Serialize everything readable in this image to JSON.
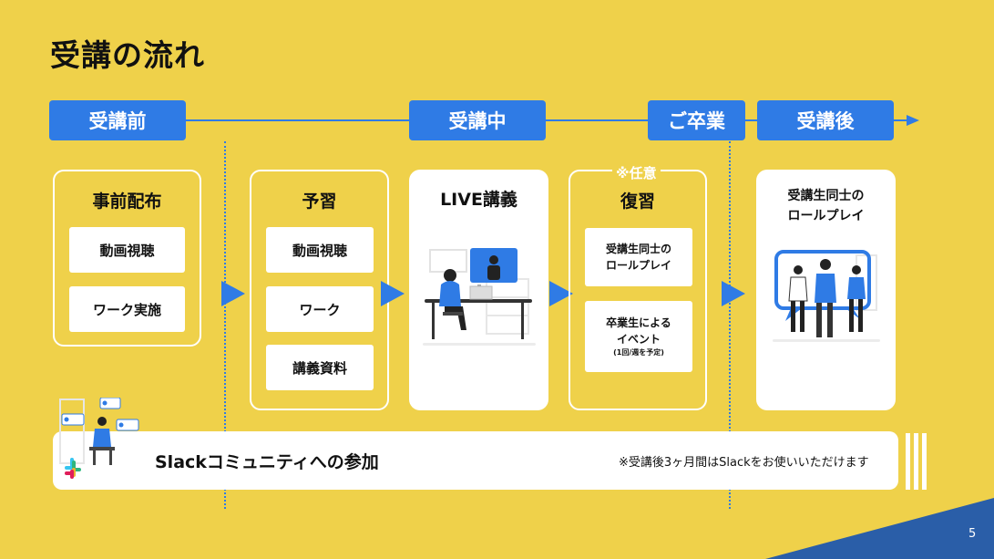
{
  "title": "受講の流れ",
  "timeline": {
    "phases": [
      "受講前",
      "受講中",
      "ご卒業",
      "受講後"
    ]
  },
  "cards": {
    "pre": {
      "title": "事前配布",
      "items": [
        "動画視聴",
        "ワーク実施"
      ]
    },
    "prep": {
      "title": "予習",
      "items": [
        "動画視聴",
        "ワーク",
        "講義資料"
      ]
    },
    "live": {
      "title": "LIVE講義"
    },
    "review": {
      "tag": "※任意",
      "title": "復習",
      "items": [
        {
          "line1": "受講生同士の",
          "line2": "ロールプレイ"
        },
        {
          "line1": "卒業生による",
          "line2": "イベント",
          "note": "(1回/週を予定)"
        }
      ]
    },
    "post": {
      "line1": "受講生同士の",
      "line2": "ロールプレイ"
    }
  },
  "slack": {
    "label": "Slackコミュニティへの参加",
    "note": "※受講後3ヶ月間はSlackをお使いいただけます"
  },
  "page_number": "5",
  "colors": {
    "background": "#efd14a",
    "accent": "#2f7be5",
    "corner": "#2a5ea8"
  },
  "icons": [
    "slack-logo-icon",
    "online-lecture-illustration",
    "roleplay-illustration",
    "remote-user-illustration"
  ]
}
